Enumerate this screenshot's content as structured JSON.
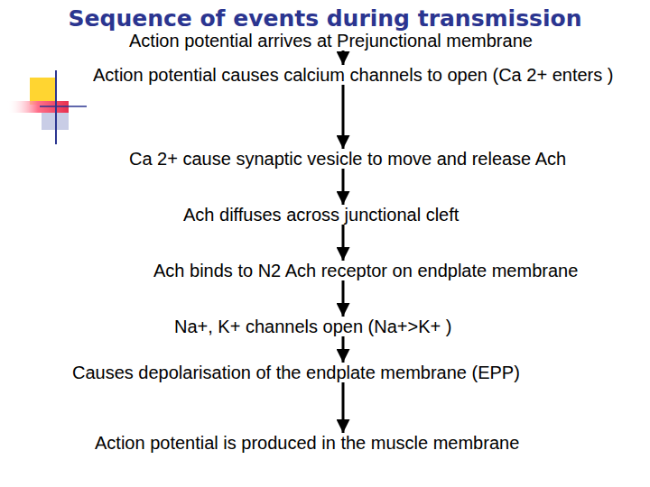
{
  "diagram": {
    "title": "Sequence of events during transmission",
    "nodes": [
      {
        "text": [
          "Action potential arrives at Prejunctional membrane"
        ]
      },
      {
        "text": [
          "Action potential causes calcium channels to open (Ca 2+ enters )"
        ]
      },
      {
        "text": [
          "Ca 2+ cause synaptic vesicle to move and release Ach"
        ]
      },
      {
        "text": [
          "Ach diffuses across junctional cleft"
        ]
      },
      {
        "text": [
          "Ach binds to N2 Ach receptor on endplate membrane"
        ]
      },
      {
        "text": [
          "Na+, K+ channels open (Na+>K+ )"
        ]
      },
      {
        "text": [
          "Causes depolarisation of the endplate membrane (EPP)"
        ]
      },
      {
        "text": [
          "Action potential is produced in the muscle membrane"
        ]
      }
    ],
    "edges": [
      {
        "from": 0,
        "to": 1,
        "arrow": "to"
      },
      {
        "from": 1,
        "to": 2,
        "arrow": "to"
      },
      {
        "from": 2,
        "to": 3,
        "arrow": "to"
      },
      {
        "from": 3,
        "to": 4,
        "arrow": "to"
      },
      {
        "from": 4,
        "to": 5,
        "arrow": "to"
      },
      {
        "from": 5,
        "to": 6,
        "arrow": "to"
      },
      {
        "from": 6,
        "to": 7,
        "arrow": "to"
      }
    ]
  }
}
